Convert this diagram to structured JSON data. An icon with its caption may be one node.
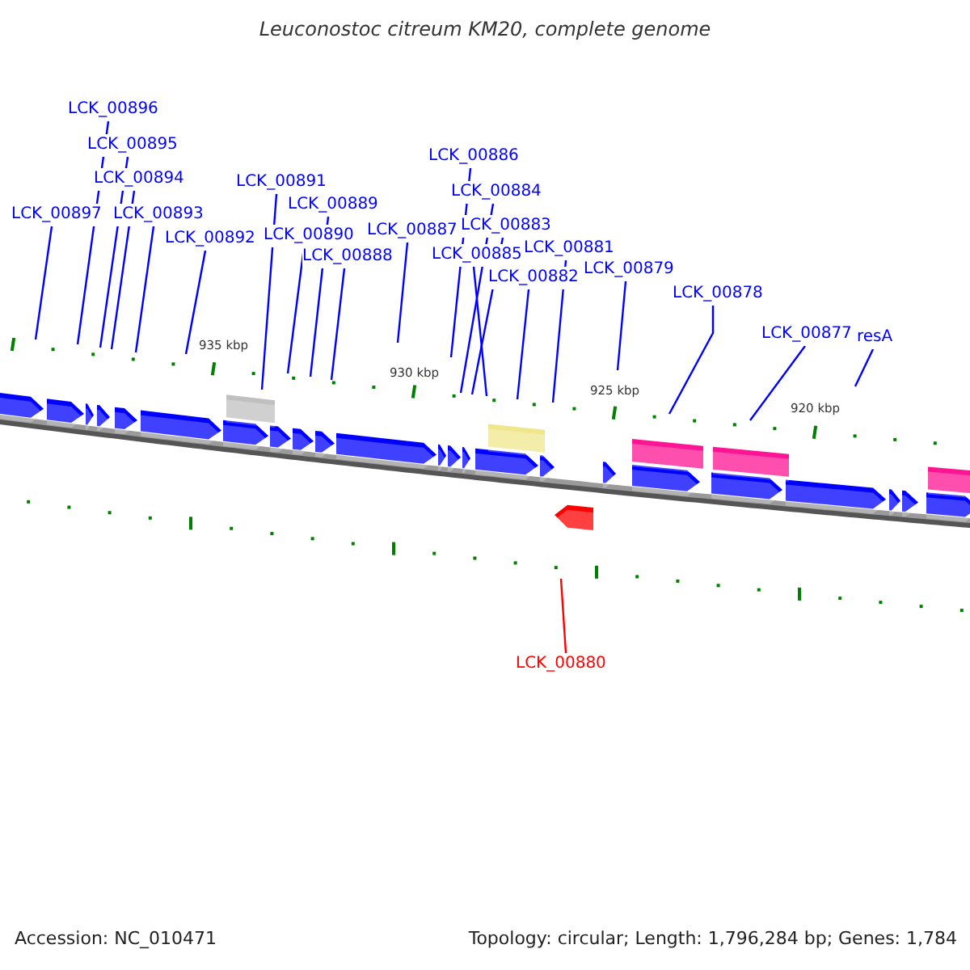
{
  "diagram": {
    "title": "Leuconostoc citreum KM20, complete genome",
    "nodes": [
      {
        "text": [
          "LCK_00896"
        ]
      },
      {
        "text": [
          "LCK_00886"
        ]
      },
      {
        "text": [
          "LCK_00895"
        ]
      },
      {
        "text": [
          "LCK_00894"
        ]
      },
      {
        "text": [
          "LCK_00891"
        ]
      },
      {
        "text": [
          "LCK_00884"
        ]
      },
      {
        "text": [
          "LCK_00889"
        ]
      },
      {
        "text": [
          "LCK_00897"
        ]
      },
      {
        "text": [
          "LCK_00893"
        ]
      },
      {
        "text": [
          "LCK_00883"
        ]
      },
      {
        "text": [
          "LCK_00887"
        ]
      },
      {
        "text": [
          "LCK_00890"
        ]
      },
      {
        "text": [
          "LCK_00892"
        ]
      },
      {
        "text": [
          "LCK_00881"
        ]
      },
      {
        "text": [
          "LCK_00885"
        ]
      },
      {
        "text": [
          "LCK_00888"
        ]
      },
      {
        "text": [
          "LCK_00879"
        ]
      },
      {
        "text": [
          "LCK_00882"
        ]
      },
      {
        "text": [
          "LCK_00878"
        ]
      },
      {
        "text": [
          "LCK_00877"
        ]
      },
      {
        "text": [
          "resA"
        ]
      },
      {
        "text": [
          "LCK_00880"
        ]
      }
    ],
    "edges": [
      {
        "from": 0,
        "to": null,
        "arrow": "none"
      },
      {
        "from": 1,
        "to": null,
        "arrow": "none"
      },
      {
        "from": 2,
        "to": null,
        "arrow": "none"
      },
      {
        "from": 3,
        "to": null,
        "arrow": "none"
      },
      {
        "from": 4,
        "to": null,
        "arrow": "none"
      },
      {
        "from": 5,
        "to": null,
        "arrow": "none"
      },
      {
        "from": 6,
        "to": null,
        "arrow": "none"
      },
      {
        "from": 7,
        "to": null,
        "arrow": "none"
      },
      {
        "from": 8,
        "to": null,
        "arrow": "none"
      },
      {
        "from": 9,
        "to": null,
        "arrow": "none"
      },
      {
        "from": 10,
        "to": null,
        "arrow": "none"
      },
      {
        "from": 11,
        "to": null,
        "arrow": "none"
      },
      {
        "from": 12,
        "to": null,
        "arrow": "none"
      },
      {
        "from": 13,
        "to": null,
        "arrow": "none"
      },
      {
        "from": 14,
        "to": null,
        "arrow": "none"
      },
      {
        "from": 15,
        "to": null,
        "arrow": "none"
      },
      {
        "from": 16,
        "to": null,
        "arrow": "none"
      },
      {
        "from": 17,
        "to": null,
        "arrow": "none"
      },
      {
        "from": 18,
        "to": null,
        "arrow": "none"
      },
      {
        "from": 19,
        "to": null,
        "arrow": "none"
      },
      {
        "from": 20,
        "to": null,
        "arrow": "none"
      },
      {
        "from": 21,
        "to": null,
        "arrow": "none",
        "color": "#ff0000"
      }
    ],
    "labels": [
      "935 kbp",
      "930 kbp",
      "925 kbp",
      "920 kbp",
      "Accession: NC_010471",
      "Topology: circular; Length: 1,796,284 bp; Genes: 1,784"
    ]
  }
}
